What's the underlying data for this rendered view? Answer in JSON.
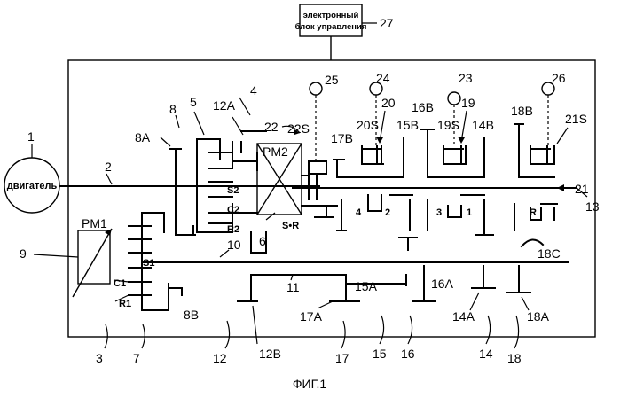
{
  "caption": "ФИГ.1",
  "control_unit": {
    "line1": "электронный",
    "line2": "блок управления",
    "ref": "27"
  },
  "engine": {
    "label": "двигатель",
    "ref": "1"
  },
  "units": {
    "pm1": "PM1",
    "pm2": "PM2"
  },
  "element_labels": {
    "s1": "S1",
    "c1": "C1",
    "r1": "R1",
    "s2": "S2",
    "c2": "C2",
    "r2": "R2",
    "sr": "S•R",
    "g4": "4",
    "g2": "2",
    "g3": "3",
    "g1": "1",
    "gR": "R"
  },
  "refs": {
    "r2": "2",
    "r3": "3",
    "r4": "4",
    "r5": "5",
    "r6": "6",
    "r7": "7",
    "r8": "8",
    "r8A": "8A",
    "r8B": "8B",
    "r9": "9",
    "r10": "10",
    "r11": "11",
    "r12": "12",
    "r12A": "12A",
    "r12B": "12B",
    "r13": "13",
    "r14": "14",
    "r14A": "14A",
    "r14B": "14B",
    "r15": "15",
    "r15A": "15A",
    "r15B": "15B",
    "r16": "16",
    "r16A": "16A",
    "r16B": "16B",
    "r17": "17",
    "r17A": "17A",
    "r17B": "17B",
    "r18": "18",
    "r18A": "18A",
    "r18B": "18B",
    "r18C": "18C",
    "r19": "19",
    "r19S": "19S",
    "r20": "20",
    "r20S": "20S",
    "r21": "21",
    "r21S": "21S",
    "r22": "22",
    "r22S": "22S",
    "r23": "23",
    "r24": "24",
    "r25": "25",
    "r26": "26"
  }
}
